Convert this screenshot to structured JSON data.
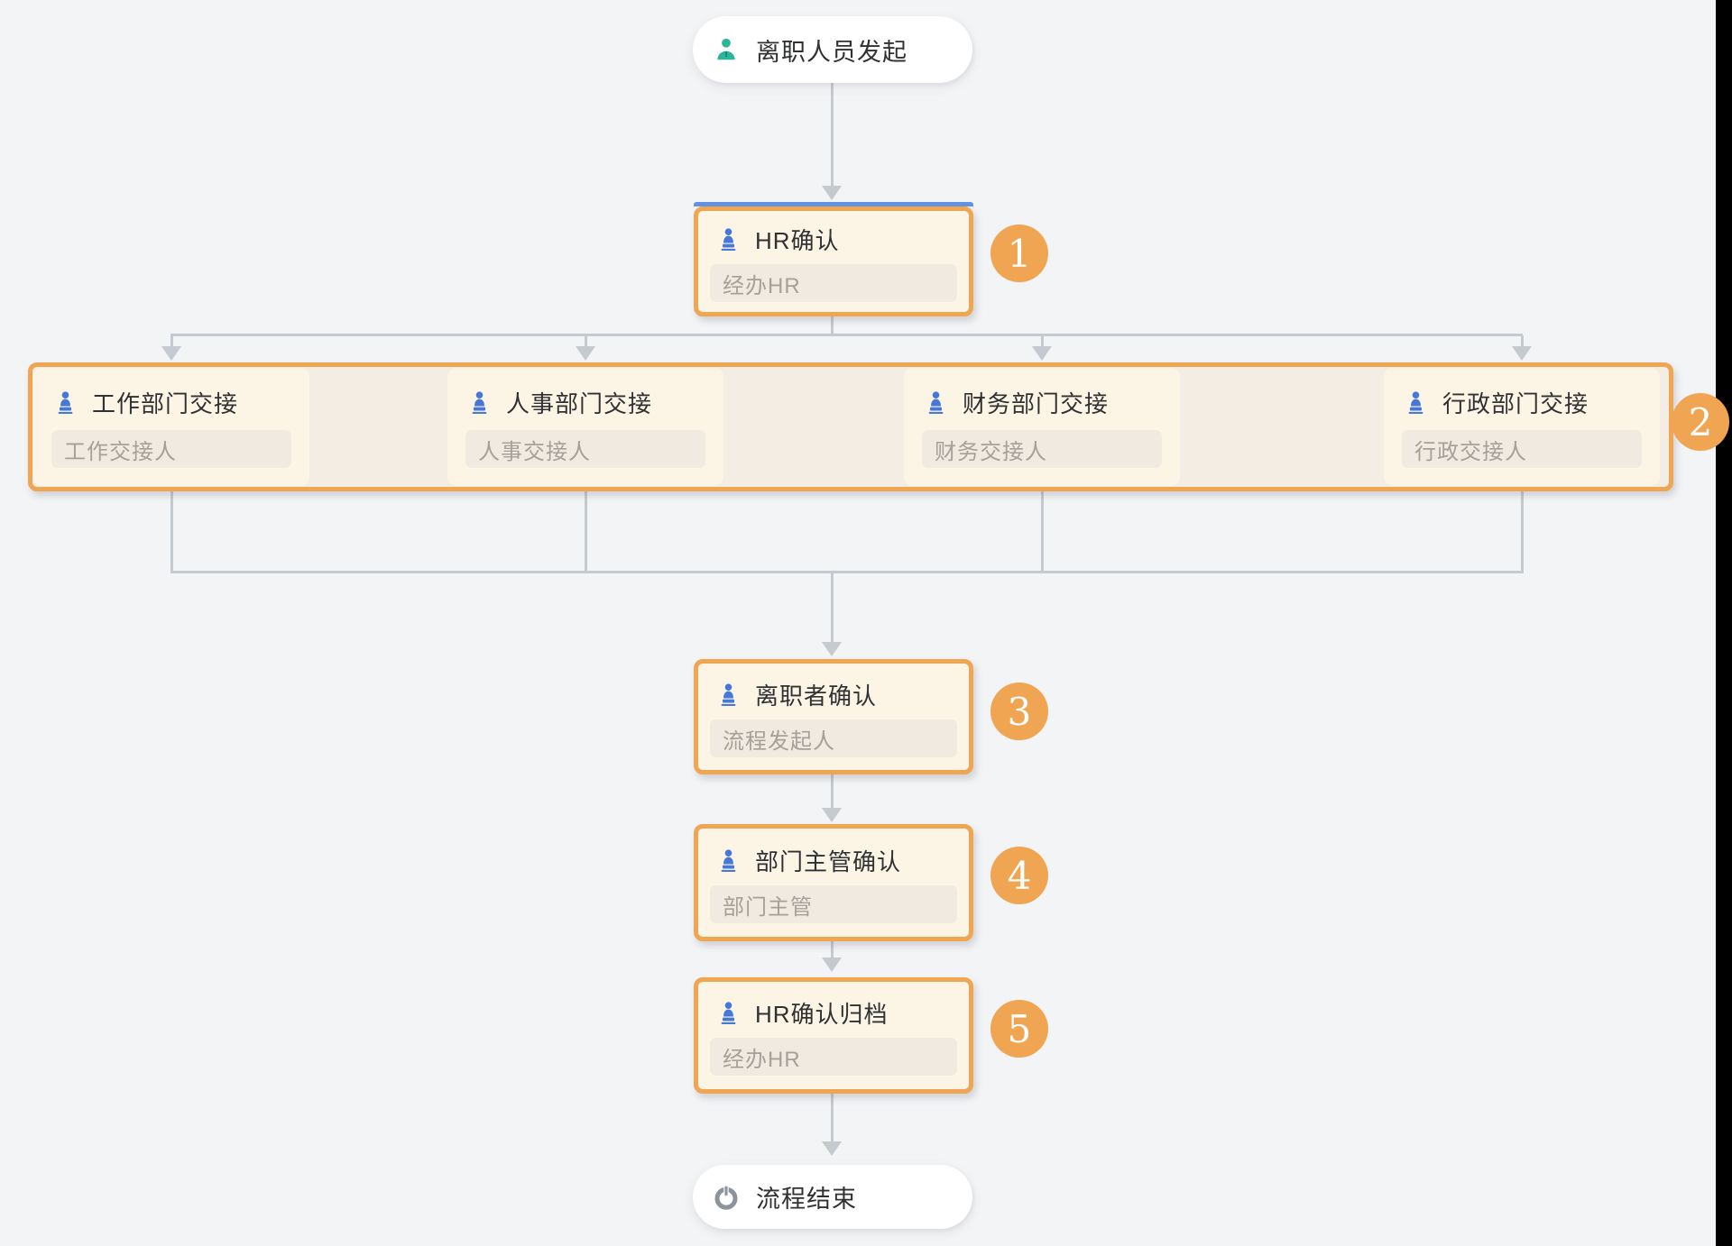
{
  "flow": {
    "start": {
      "label": "离职人员发起"
    },
    "hr_confirm": {
      "title": "HR确认",
      "assignee": "经办HR",
      "badge": "1"
    },
    "parallel": {
      "badge": "2",
      "nodes": [
        {
          "title": "工作部门交接",
          "assignee": "工作交接人"
        },
        {
          "title": "人事部门交接",
          "assignee": "人事交接人"
        },
        {
          "title": "财务部门交接",
          "assignee": "财务交接人"
        },
        {
          "title": "行政部门交接",
          "assignee": "行政交接人"
        }
      ]
    },
    "leaver_confirm": {
      "title": "离职者确认",
      "assignee": "流程发起人",
      "badge": "3"
    },
    "supervisor_confirm": {
      "title": "部门主管确认",
      "assignee": "部门主管",
      "badge": "4"
    },
    "hr_archive": {
      "title": "HR确认归档",
      "assignee": "经办HR",
      "badge": "5"
    },
    "end": {
      "label": "流程结束"
    }
  },
  "colors": {
    "background": "#f3f4f6",
    "highlight_border": "#f0a552",
    "badge": "#f0a552",
    "node_background": "#fcf4e5",
    "group_background": "#f4ede3",
    "assignee_pill": "#f1eae0",
    "assignee_text": "#a6a099",
    "title_text": "#303133",
    "stamp_icon": "#4678d8",
    "start_icon": "#2bb599",
    "selected_top_bar": "#6292e4",
    "connector": "#c5c9d0",
    "power_icon": "#8d939c",
    "right_strip": "#000000"
  }
}
